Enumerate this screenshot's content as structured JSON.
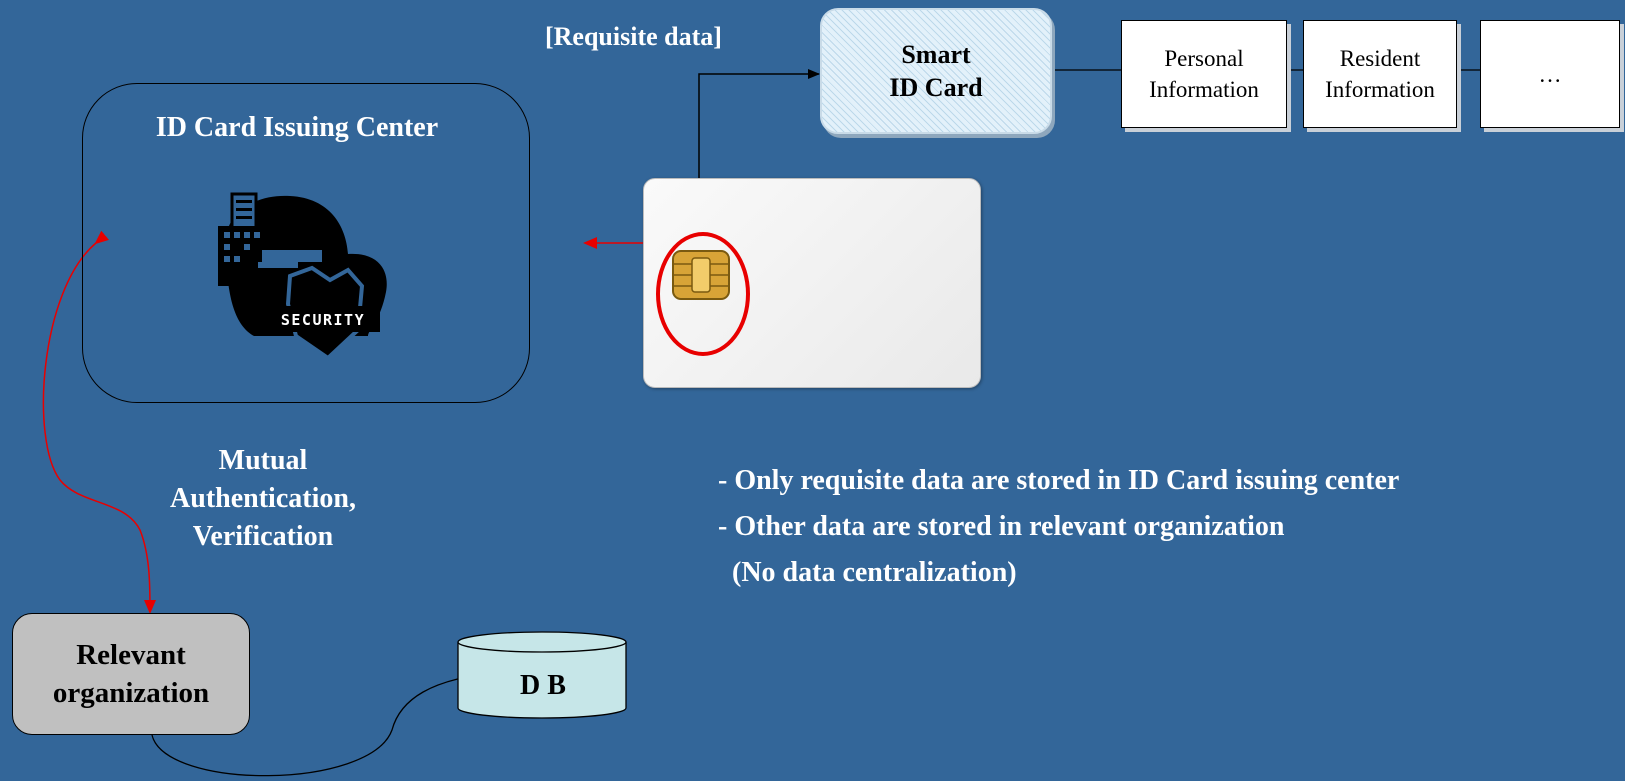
{
  "requisite_label": "[Requisite data]",
  "smart_card": {
    "line1": "Smart",
    "line2": "ID Card"
  },
  "data_items": [
    {
      "line1": "Personal",
      "line2": "Information"
    },
    {
      "line1": "Resident",
      "line2": "Information"
    },
    {
      "line1": "…",
      "line2": ""
    }
  ],
  "issuing_center": {
    "title": "ID Card Issuing Center",
    "icon_text": "SECURITY"
  },
  "auth_label": {
    "line1": "Mutual",
    "line2": "Authentication,",
    "line3": "Verification"
  },
  "organization": {
    "line1": "Relevant",
    "line2": "organization"
  },
  "database": {
    "label": "D B"
  },
  "notes": [
    "- Only requisite data are stored in ID Card issuing center",
    "- Other data are stored in relevant organization",
    "  (No data centralization)"
  ],
  "colors": {
    "background": "#336699",
    "arrow_red": "#e80000",
    "db_fill": "#c6e6e8",
    "org_fill": "#c0c0c0"
  }
}
